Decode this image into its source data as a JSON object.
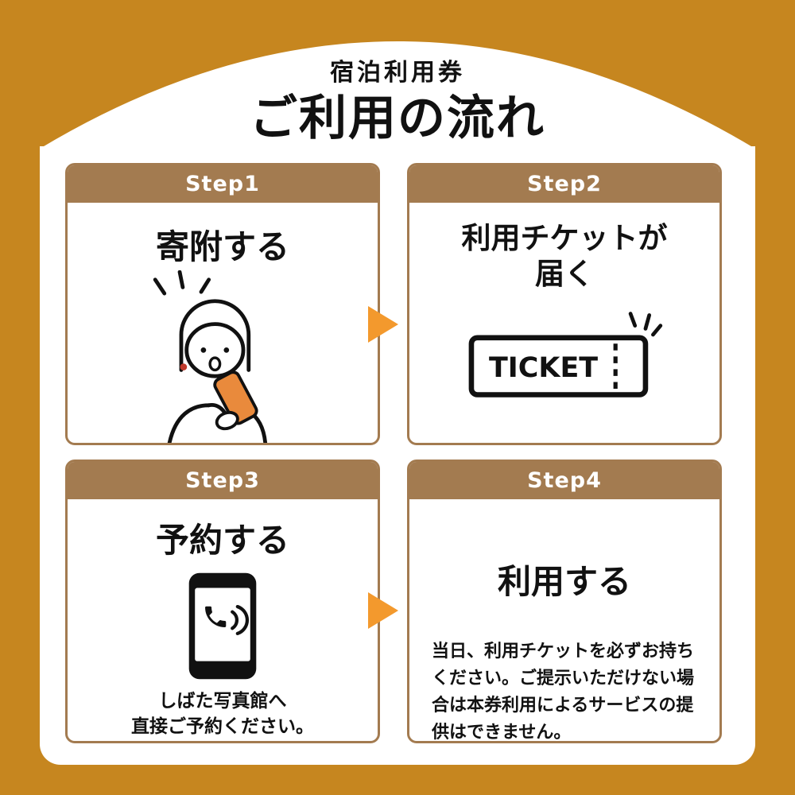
{
  "header": {
    "subtitle": "宿泊利用券",
    "title": "ご利用の流れ"
  },
  "colors": {
    "background": "#C6861F",
    "panel": "#FFFFFF",
    "card_header": "#A37B50",
    "card_border": "#A37B50",
    "arrow": "#F3992D",
    "phone": "#E98A3C",
    "ink": "#111111",
    "accent_red": "#C0392B"
  },
  "steps": [
    {
      "label": "Step1",
      "heading": "寄附する",
      "icon": "woman-using-smartphone-illustration"
    },
    {
      "label": "Step2",
      "heading": "利用チケットが\n届く",
      "icon": "ticket-illustration",
      "ticket_text": "TICKET"
    },
    {
      "label": "Step3",
      "heading": "予約する",
      "icon": "smartphone-call-icon",
      "note": "しばた写真館へ\n直接ご予約ください。"
    },
    {
      "label": "Step4",
      "heading": "利用する",
      "note": "当日、利用チケットを必ずお持ちください。ご提示いただけない場合は本券利用によるサービスの提供はできません。"
    }
  ]
}
